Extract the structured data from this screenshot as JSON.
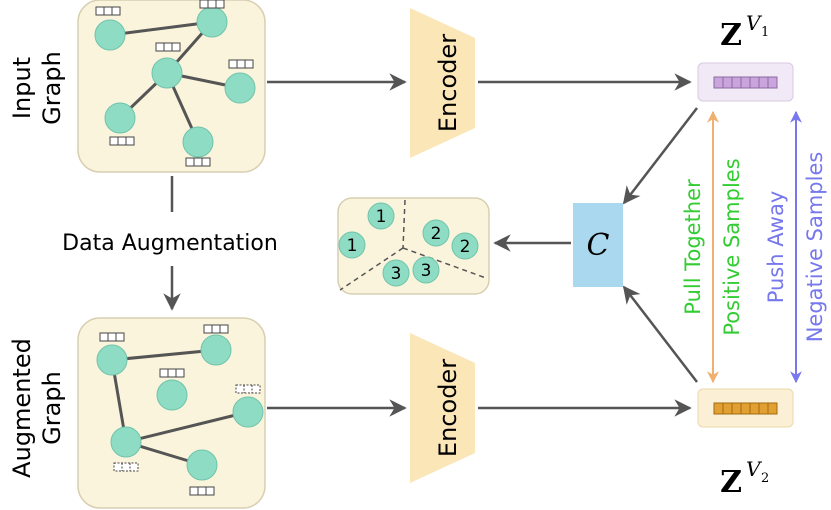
{
  "input_graph": {
    "label_line1": "Input",
    "label_line2": "Graph"
  },
  "augmented_graph": {
    "label_line1": "Augmented",
    "label_line2": "Graph"
  },
  "data_augmentation": {
    "label": "Data Augmentation"
  },
  "encoder_top": {
    "label": "Encoder"
  },
  "encoder_bottom": {
    "label": "Encoder"
  },
  "z_top": {
    "base": "Z",
    "sup": "V",
    "sub": "1"
  },
  "z_bottom": {
    "base": "Z",
    "sup": "V",
    "sub": "2"
  },
  "cluster_head": {
    "label": "C"
  },
  "clusters": {
    "labels": [
      "1",
      "1",
      "2",
      "2",
      "3",
      "3"
    ]
  },
  "pull_together": {
    "label_line1": "Pull Together",
    "label_line2": "Positive Samples"
  },
  "push_away": {
    "label_line1": "Push Away",
    "label_line2": "Negative Samples"
  },
  "colors": {
    "panel_fill": "#fbf4dc",
    "node_fill": "#8fdcc4",
    "encoder_fill": "#fbe6b8",
    "cluster_head_fill": "#aad8ee",
    "embed_top_fill": "#f1e9f5",
    "embed_top_cell": "#c9a4dd",
    "embed_bottom_fill": "#fbf0d6",
    "embed_bottom_cell": "#e2a033",
    "positive": "#33cc33",
    "negative": "#7777ee",
    "orange_arrow": "#f0b070",
    "arrow": "#555555"
  }
}
